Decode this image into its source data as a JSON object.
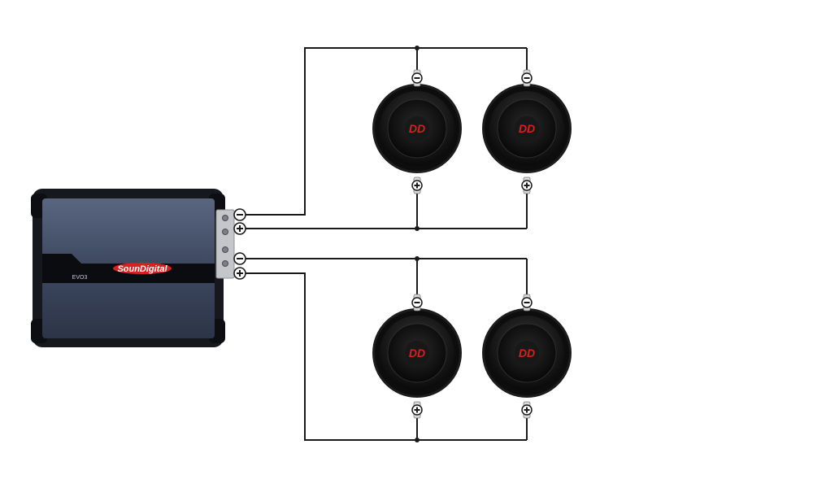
{
  "amplifier": {
    "brand": "SounDigital",
    "model": "EVO3"
  },
  "speakers": [
    {
      "logo": "DD"
    },
    {
      "logo": "DD"
    },
    {
      "logo": "DD"
    },
    {
      "logo": "DD"
    }
  ],
  "terminals": {
    "negative_symbol": "−",
    "positive_symbol": "+"
  },
  "colors": {
    "wire": "#1a1a1a",
    "amp_body": "#3f4a62",
    "amp_frame": "#16181d",
    "logo_red": "#d8201f",
    "speaker_dark": "#101010"
  }
}
